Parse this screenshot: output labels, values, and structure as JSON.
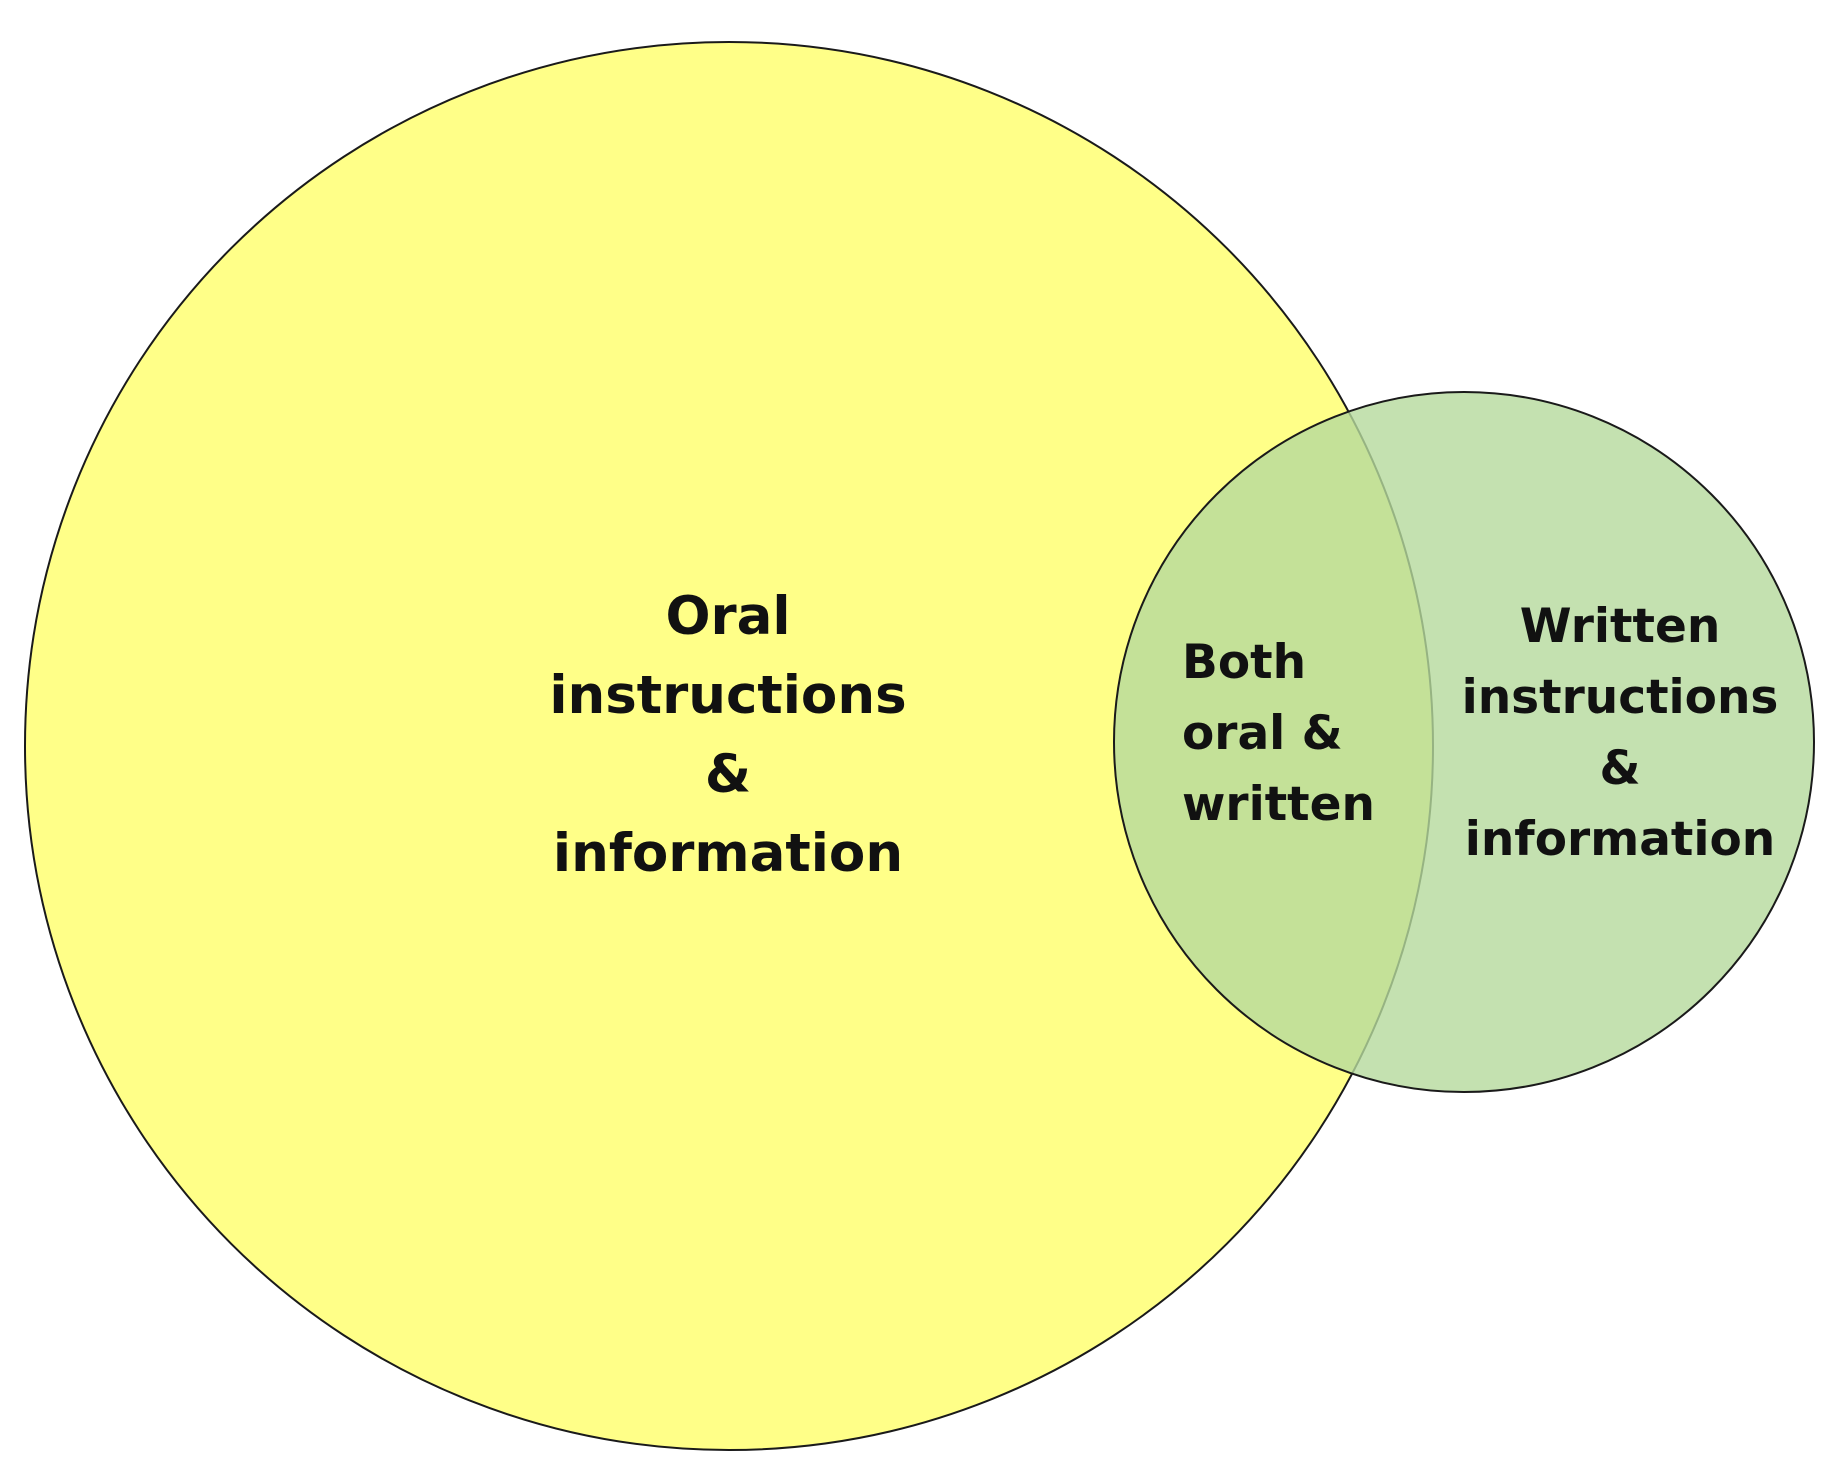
{
  "diagram": {
    "type": "venn",
    "sets": [
      {
        "id": "oral",
        "lines": [
          "Oral",
          "instructions",
          "&",
          "information"
        ],
        "fill": "#FFFF88",
        "stroke": "#1a1a1a"
      },
      {
        "id": "written",
        "lines": [
          "Written",
          "instructions",
          "&",
          "information"
        ],
        "fill": "#B5D99C",
        "fill_opacity": 0.8,
        "stroke": "#1a1a1a"
      }
    ],
    "intersection": {
      "lines": [
        "Both",
        "oral &",
        "written"
      ]
    }
  }
}
